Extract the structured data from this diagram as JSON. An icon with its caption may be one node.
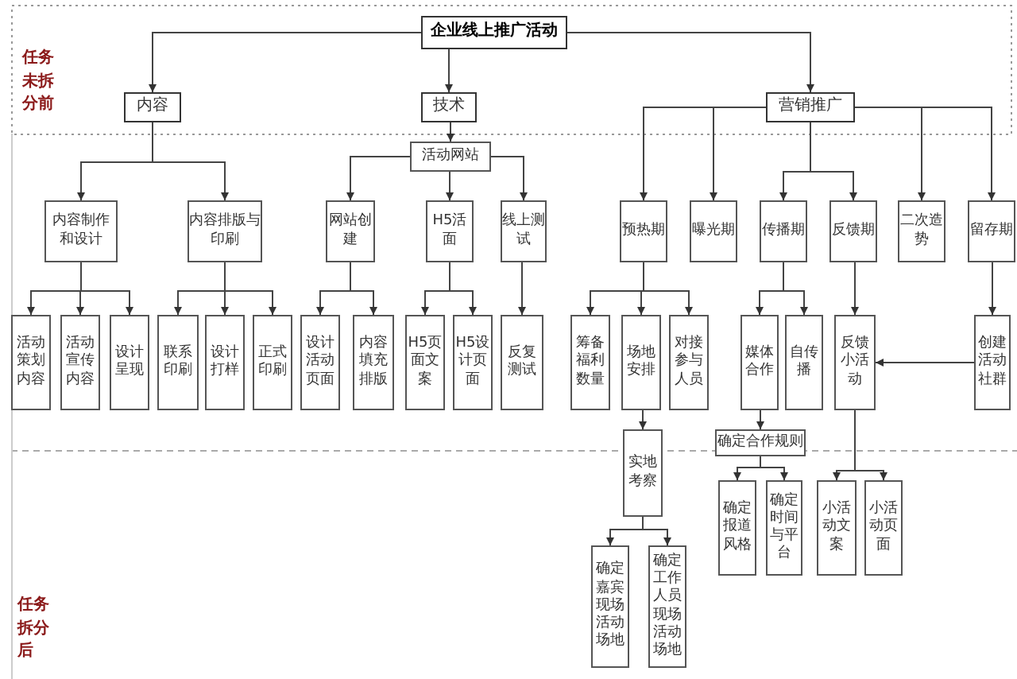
{
  "diagram": {
    "nodes": [
      {
        "text": [
          "企业线上推广活动"
        ]
      },
      {
        "text": [
          "内容"
        ]
      },
      {
        "text": [
          "技术"
        ]
      },
      {
        "text": [
          "营销推广"
        ]
      },
      {
        "text": [
          "活动网站"
        ]
      },
      {
        "text": [
          "内容制作和设计"
        ]
      },
      {
        "text": [
          "内容排版与印刷"
        ]
      },
      {
        "text": [
          "网站创建"
        ]
      },
      {
        "text": [
          "H5活面"
        ]
      },
      {
        "text": [
          "线上测试"
        ]
      },
      {
        "text": [
          "预热期"
        ]
      },
      {
        "text": [
          "曝光期"
        ]
      },
      {
        "text": [
          "传播期"
        ]
      },
      {
        "text": [
          "反馈期"
        ]
      },
      {
        "text": [
          "二次造势"
        ]
      },
      {
        "text": [
          "留存期"
        ]
      },
      {
        "text": [
          "活动策划内容"
        ]
      },
      {
        "text": [
          "活动宣传内容"
        ]
      },
      {
        "text": [
          "设计呈现"
        ]
      },
      {
        "text": [
          "联系印刷"
        ]
      },
      {
        "text": [
          "设计打样"
        ]
      },
      {
        "text": [
          "正式印刷"
        ]
      },
      {
        "text": [
          "设计活动页面"
        ]
      },
      {
        "text": [
          "内容填充排版"
        ]
      },
      {
        "text": [
          "H5页面文案"
        ]
      },
      {
        "text": [
          "H5设计页面"
        ]
      },
      {
        "text": [
          "反复测试"
        ]
      },
      {
        "text": [
          "筹备福利数量"
        ]
      },
      {
        "text": [
          "场地安排"
        ]
      },
      {
        "text": [
          "对接参与人员"
        ]
      },
      {
        "text": [
          "媒体合作"
        ]
      },
      {
        "text": [
          "自传播"
        ]
      },
      {
        "text": [
          "反馈小活动"
        ]
      },
      {
        "text": [
          "创建活动社群"
        ]
      },
      {
        "text": [
          "实地考察"
        ]
      },
      {
        "text": [
          "确定合作规则"
        ]
      },
      {
        "text": [
          "确定嘉宾现场活动场地"
        ]
      },
      {
        "text": [
          "确定工作人员现场活动场地"
        ]
      },
      {
        "text": [
          "确定报道风格"
        ]
      },
      {
        "text": [
          "确定时间与平台"
        ]
      },
      {
        "text": [
          "小活动文案"
        ]
      },
      {
        "text": [
          "小活动页面"
        ]
      }
    ],
    "edges": [
      {
        "from": 0,
        "to": 1,
        "arrow": "to"
      },
      {
        "from": 0,
        "to": 2,
        "arrow": "to"
      },
      {
        "from": 0,
        "to": 3,
        "arrow": "to"
      },
      {
        "from": 1,
        "to": 5,
        "arrow": "to"
      },
      {
        "from": 1,
        "to": 6,
        "arrow": "to"
      },
      {
        "from": 2,
        "to": 4,
        "arrow": "to"
      },
      {
        "from": 4,
        "to": 7,
        "arrow": "to"
      },
      {
        "from": 4,
        "to": 8,
        "arrow": "to"
      },
      {
        "from": 4,
        "to": 9,
        "arrow": "to"
      },
      {
        "from": 3,
        "to": 10,
        "arrow": "to"
      },
      {
        "from": 3,
        "to": 11,
        "arrow": "to"
      },
      {
        "from": 3,
        "to": 12,
        "arrow": "to"
      },
      {
        "from": 3,
        "to": 13,
        "arrow": "to"
      },
      {
        "from": 3,
        "to": 14,
        "arrow": "to"
      },
      {
        "from": 3,
        "to": 15,
        "arrow": "to"
      },
      {
        "from": 5,
        "to": 16,
        "arrow": "to"
      },
      {
        "from": 5,
        "to": 17,
        "arrow": "to"
      },
      {
        "from": 5,
        "to": 18,
        "arrow": "to"
      },
      {
        "from": 6,
        "to": 19,
        "arrow": "to"
      },
      {
        "from": 6,
        "to": 20,
        "arrow": "to"
      },
      {
        "from": 6,
        "to": 21,
        "arrow": "to"
      },
      {
        "from": 7,
        "to": 22,
        "arrow": "to"
      },
      {
        "from": 7,
        "to": 23,
        "arrow": "to"
      },
      {
        "from": 8,
        "to": 24,
        "arrow": "to"
      },
      {
        "from": 8,
        "to": 25,
        "arrow": "to"
      },
      {
        "from": 9,
        "to": 26,
        "arrow": "to"
      },
      {
        "from": 10,
        "to": 27,
        "arrow": "to"
      },
      {
        "from": 10,
        "to": 28,
        "arrow": "to"
      },
      {
        "from": 10,
        "to": 29,
        "arrow": "to"
      },
      {
        "from": 12,
        "to": 30,
        "arrow": "to"
      },
      {
        "from": 12,
        "to": 31,
        "arrow": "to"
      },
      {
        "from": 13,
        "to": 32,
        "arrow": "to"
      },
      {
        "from": 15,
        "to": 33,
        "arrow": "to"
      },
      {
        "from": 33,
        "to": 32,
        "arrow": "to"
      },
      {
        "from": 28,
        "to": 34,
        "arrow": "to"
      },
      {
        "from": 34,
        "to": 36,
        "arrow": "to"
      },
      {
        "from": 34,
        "to": 37,
        "arrow": "to"
      },
      {
        "from": 30,
        "to": 35,
        "arrow": "to"
      },
      {
        "from": 35,
        "to": 38,
        "arrow": "to"
      },
      {
        "from": 35,
        "to": 39,
        "arrow": "to"
      },
      {
        "from": 32,
        "to": 40,
        "arrow": "to"
      },
      {
        "from": 32,
        "to": 41,
        "arrow": "to"
      }
    ],
    "labels": [
      "任务未拆分前",
      "任务拆分后"
    ]
  }
}
